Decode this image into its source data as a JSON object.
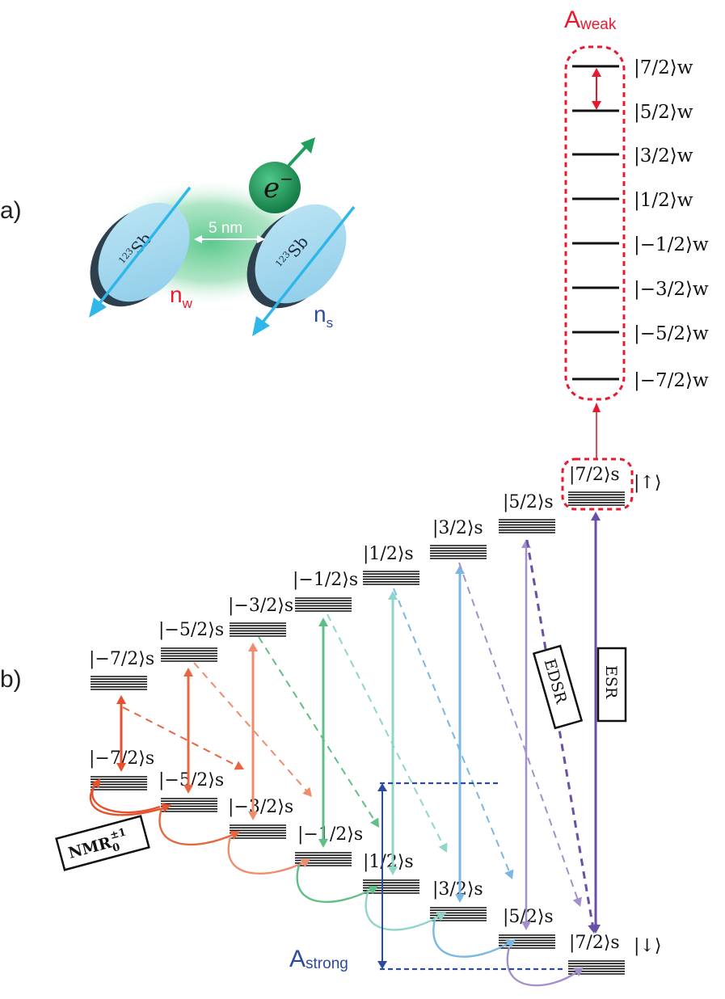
{
  "panels": {
    "a": "a)",
    "b": "b)"
  },
  "molecule": {
    "distance": "5 nm",
    "electron": "e",
    "electron_sup": "−",
    "nucleus_label": "123Sb",
    "nucleus_mass": "123",
    "nucleus_symbol": "Sb",
    "n_weak": "n",
    "n_weak_sub": "w",
    "n_strong": "n",
    "n_strong_sub": "s"
  },
  "weak_levels": {
    "title": "A",
    "title_sub": "weak",
    "labels": [
      "|7/2⟩w",
      "|5/2⟩w",
      "|3/2⟩w",
      "|1/2⟩w",
      "|−1/2⟩w",
      "|−3/2⟩w",
      "|−5/2⟩w",
      "|−7/2⟩w"
    ]
  },
  "strong_levels": {
    "upper": [
      "|−7/2⟩s",
      "|−5/2⟩s",
      "|−3/2⟩s",
      "|−1/2⟩s",
      "|1/2⟩s",
      "|3/2⟩s",
      "|5/2⟩s",
      "|7/2⟩s"
    ],
    "lower": [
      "|−7/2⟩s",
      "|−5/2⟩s",
      "|−3/2⟩s",
      "|−1/2⟩s",
      "|1/2⟩s",
      "|3/2⟩s",
      "|5/2⟩s",
      "|7/2⟩s"
    ],
    "spin_up": "|↑⟩",
    "spin_down": "|↓⟩"
  },
  "transitions": {
    "edsr": "EDSR",
    "esr": "ESR",
    "nmr": "NMR",
    "nmr_sub": "0",
    "nmr_sup": "±1",
    "a_strong": "A",
    "a_strong_sub": "strong"
  },
  "colors": {
    "red": "#e8192c",
    "blue": "#2b4aa0",
    "cyan": "#2fb7ea",
    "green_glow": "#3fbf78",
    "electron": "#1f9e5c",
    "transition_colors": [
      "#e5502d",
      "#e7663e",
      "#f08c6c",
      "#5fbf84",
      "#8fd6c8",
      "#7ab7e3",
      "#a48fcc",
      "#6a4fa8"
    ]
  }
}
